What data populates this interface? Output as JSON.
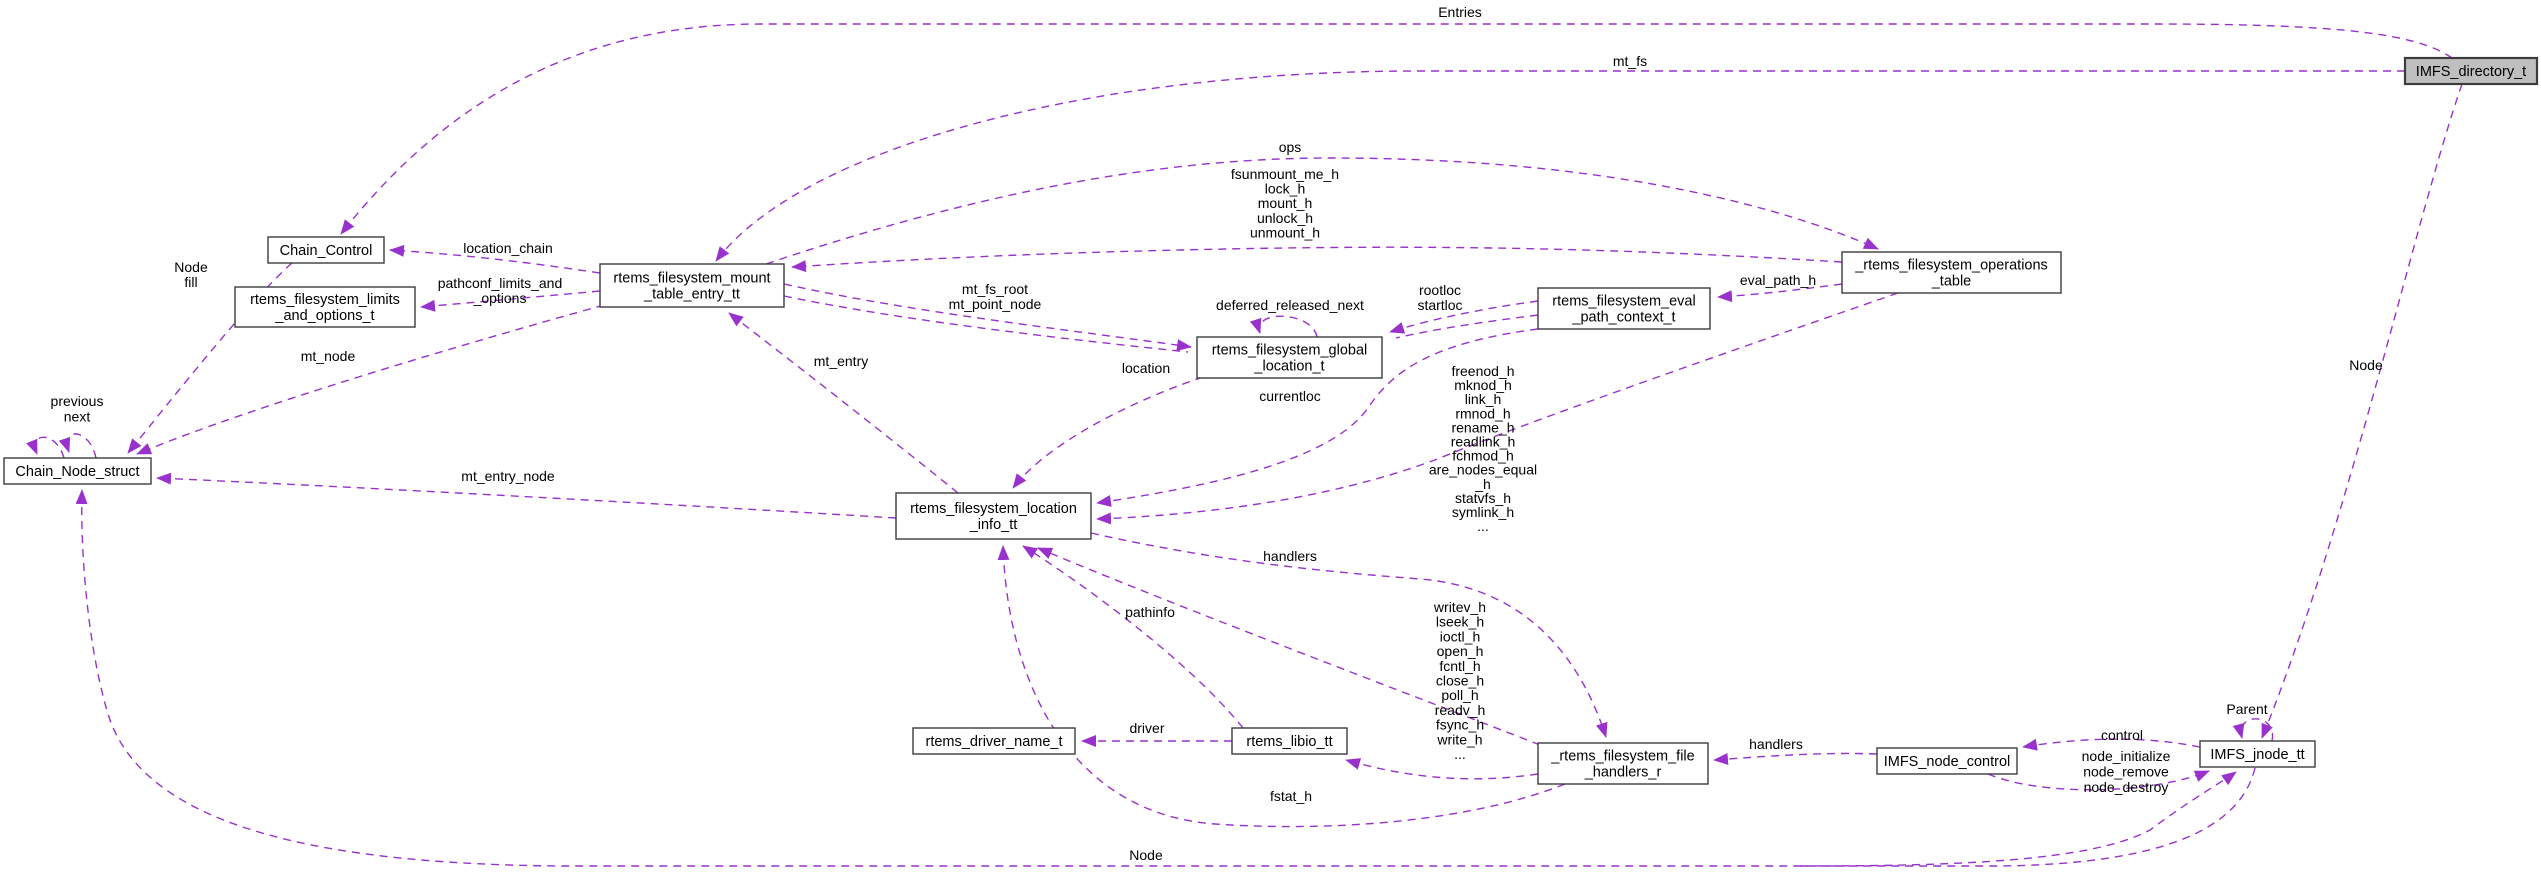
{
  "diagram": {
    "colors": {
      "edge": "#9932cc",
      "node_border": "#3c3c3c",
      "node_fill": "#ffffff",
      "highlight_fill": "#bfbfbf",
      "text": "#000000",
      "background": "#ffffff"
    },
    "nodes": [
      {
        "id": "imfs-directory-t",
        "lines": [
          "IMFS_directory_t"
        ],
        "highlight": true
      },
      {
        "id": "chain-control",
        "lines": [
          "Chain_Control"
        ]
      },
      {
        "id": "limits-and-options",
        "lines": [
          "rtems_filesystem_limits",
          "_and_options_t"
        ]
      },
      {
        "id": "chain-node-struct",
        "lines": [
          "Chain_Node_struct"
        ]
      },
      {
        "id": "mount-table-entry",
        "lines": [
          "rtems_filesystem_mount",
          "_table_entry_tt"
        ]
      },
      {
        "id": "global-location",
        "lines": [
          "rtems_filesystem_global",
          "_location_t"
        ]
      },
      {
        "id": "eval-path-context",
        "lines": [
          "rtems_filesystem_eval",
          "_path_context_t"
        ]
      },
      {
        "id": "operations-table",
        "lines": [
          "_rtems_filesystem_operations",
          "_table"
        ]
      },
      {
        "id": "location-info",
        "lines": [
          "rtems_filesystem_location",
          "_info_tt"
        ]
      },
      {
        "id": "driver-name",
        "lines": [
          "rtems_driver_name_t"
        ]
      },
      {
        "id": "libio",
        "lines": [
          "rtems_libio_tt"
        ]
      },
      {
        "id": "file-handlers",
        "lines": [
          "_rtems_filesystem_file",
          "_handlers_r"
        ]
      },
      {
        "id": "node-control",
        "lines": [
          "IMFS_node_control"
        ]
      },
      {
        "id": "jnode",
        "lines": [
          "IMFS_jnode_tt"
        ]
      }
    ],
    "edge_labels": [
      {
        "id": "entries",
        "lines": [
          "Entries"
        ]
      },
      {
        "id": "mt-fs",
        "lines": [
          "mt_fs"
        ]
      },
      {
        "id": "node-right",
        "lines": [
          "Node"
        ]
      },
      {
        "id": "ops",
        "lines": [
          "ops"
        ]
      },
      {
        "id": "unmount-bundle",
        "lines": [
          "fsunmount_me_h",
          "lock_h",
          "mount_h",
          "unlock_h",
          "unmount_h"
        ]
      },
      {
        "id": "location-chain",
        "lines": [
          "location_chain"
        ]
      },
      {
        "id": "pathconf",
        "lines": [
          "pathconf_limits_and",
          "_options"
        ]
      },
      {
        "id": "node-fill",
        "lines": [
          "Node",
          "fill"
        ]
      },
      {
        "id": "mt-node",
        "lines": [
          "mt_node"
        ]
      },
      {
        "id": "previous-next",
        "lines": [
          "previous",
          "next"
        ]
      },
      {
        "id": "mt-entry-node",
        "lines": [
          "mt_entry_node"
        ]
      },
      {
        "id": "mt-fs-root",
        "lines": [
          "mt_fs_root",
          "mt_point_node"
        ]
      },
      {
        "id": "deferred",
        "lines": [
          "deferred_released_next"
        ]
      },
      {
        "id": "rootloc",
        "lines": [
          "rootloc",
          "startloc"
        ]
      },
      {
        "id": "eval-path-h",
        "lines": [
          "eval_path_h"
        ]
      },
      {
        "id": "location",
        "lines": [
          "location"
        ]
      },
      {
        "id": "currentloc",
        "lines": [
          "currentloc"
        ]
      },
      {
        "id": "mt-entry",
        "lines": [
          "mt_entry"
        ]
      },
      {
        "id": "freenod-bundle",
        "lines": [
          "freenod_h",
          "mknod_h",
          "link_h",
          "rmnod_h",
          "rename_h",
          "readlink_h",
          "fchmod_h",
          "are_nodes_equal",
          "_h",
          "statvfs_h",
          "symlink_h",
          "..."
        ]
      },
      {
        "id": "handlers",
        "lines": [
          "handlers"
        ]
      },
      {
        "id": "pathinfo",
        "lines": [
          "pathinfo"
        ]
      },
      {
        "id": "writev-bundle",
        "lines": [
          "writev_h",
          "lseek_h",
          "ioctl_h",
          "open_h",
          "fcntl_h",
          "close_h",
          "poll_h",
          "readv_h",
          "fsync_h",
          "write_h",
          "..."
        ]
      },
      {
        "id": "driver",
        "lines": [
          "driver"
        ]
      },
      {
        "id": "fstat-h",
        "lines": [
          "fstat_h"
        ]
      },
      {
        "id": "handlers-2",
        "lines": [
          "handlers"
        ]
      },
      {
        "id": "control",
        "lines": [
          "control"
        ]
      },
      {
        "id": "node-init",
        "lines": [
          "node_initialize",
          "node_remove",
          "node_destroy"
        ]
      },
      {
        "id": "parent",
        "lines": [
          "Parent"
        ]
      },
      {
        "id": "node-bottom",
        "lines": [
          "Node"
        ]
      }
    ]
  }
}
